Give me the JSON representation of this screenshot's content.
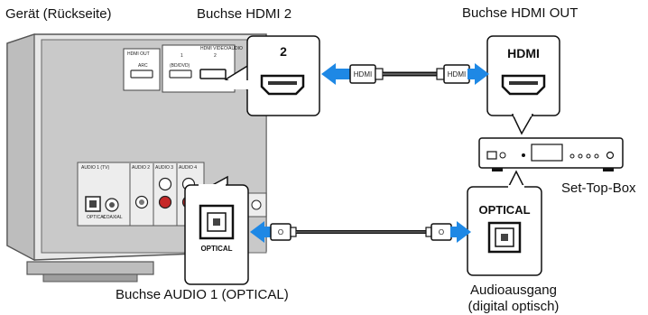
{
  "labels": {
    "device_rear": "Gerät (Rückseite)",
    "jack_hdmi2": "Buchse HDMI 2",
    "jack_hdmi_out": "Buchse HDMI OUT",
    "set_top_box": "Set-Top-Box",
    "jack_audio1": "Buchse AUDIO 1 (OPTICAL)",
    "audio_out_line1": "Audioausgang",
    "audio_out_line2": "(digital optisch)"
  },
  "callouts": {
    "hdmi2_number": "2",
    "hdmi_title": "HDMI",
    "optical_title": "OPTICAL",
    "optical_small": "OPTICAL"
  },
  "cables": {
    "hdmi_plug_left": "HDMI",
    "hdmi_plug_right": "HDMI",
    "optical_plug_left": "O",
    "optical_plug_right": "O"
  },
  "panel_text": {
    "hdmi_out": "HDMI OUT",
    "arc": "ARC",
    "port1": "1",
    "port2": "2",
    "hdmi_group": "HDMI VIDEO/AUDIO",
    "bd_dvd": "(BD/DVD)",
    "audio1_tv": "AUDIO 1 (TV)",
    "audio2": "AUDIO 2",
    "audio3": "AUDIO 3",
    "audio4": "AUDIO 4",
    "optical": "OPTICAL",
    "coaxial": "COAXIAL"
  },
  "colors": {
    "arrow_blue": "#1e88e5",
    "device_gray": "#c9c9c9",
    "rca_red": "#c62828",
    "rca_white": "#eeeeee"
  }
}
